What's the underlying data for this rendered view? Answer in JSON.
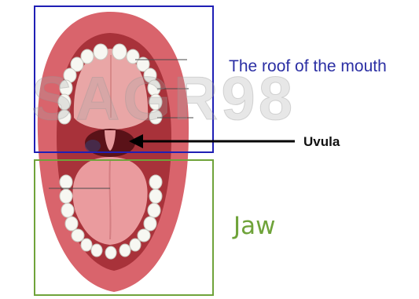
{
  "labels": {
    "roof": "The roof of  the mouth",
    "uvula": "Uvula",
    "jaw": "Jaw"
  },
  "watermark": "SAGR98",
  "colors": {
    "roof_box": "#1f1fb5",
    "jaw_box": "#6fa33a",
    "roof_text": "#2b2fa4",
    "jaw_text": "#6fa33a",
    "arrow": "#000000",
    "lips": "#d9646c",
    "mouth_interior": "#a8323a",
    "palate": "#e9a6a6",
    "tongue": "#ea9b9e",
    "teeth": "#f7f7f2"
  }
}
